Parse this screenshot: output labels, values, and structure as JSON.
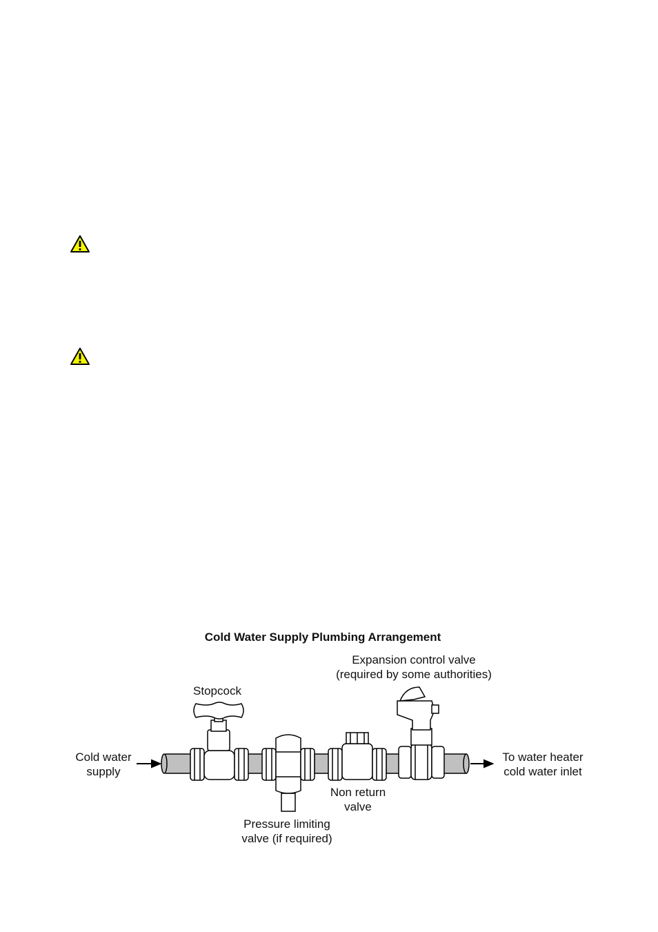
{
  "colors": {
    "pipe": "#c0c0c0",
    "outline": "#000000",
    "warning_fill": "#f5f500"
  },
  "icons": [
    "warning-icon",
    "warning-icon"
  ],
  "diagram": {
    "title": "Cold Water Supply Plumbing Arrangement",
    "labels": {
      "expansion_line1": "Expansion control valve",
      "expansion_line2": "(required by some authorities)",
      "stopcock": "Stopcock",
      "cold_supply_line1": "Cold water",
      "cold_supply_line2": "supply",
      "heater_line1": "To water heater",
      "heater_line2": "cold water inlet",
      "non_return_line1": "Non return",
      "non_return_line2": "valve",
      "pressure_line1": "Pressure limiting",
      "pressure_line2": "valve (if required)"
    }
  }
}
